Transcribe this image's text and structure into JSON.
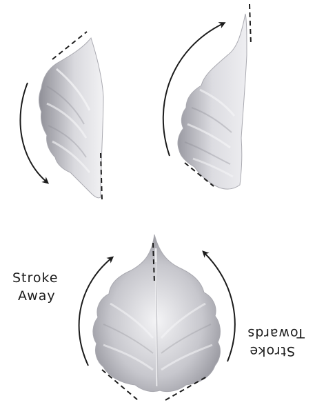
{
  "labels": {
    "stroke_away": [
      "Stroke",
      "Away"
    ],
    "stroke_towards": [
      "Stroke",
      "Towards"
    ]
  },
  "colors": {
    "ink": "#1b1b1b",
    "petal_light": "#f2f2f4",
    "petal_mid": "#c9c9cf",
    "petal_dark": "#8f8f97",
    "background": "#ffffff"
  },
  "icons": [
    "curved-arrow-icon",
    "dashed-guide-line"
  ]
}
